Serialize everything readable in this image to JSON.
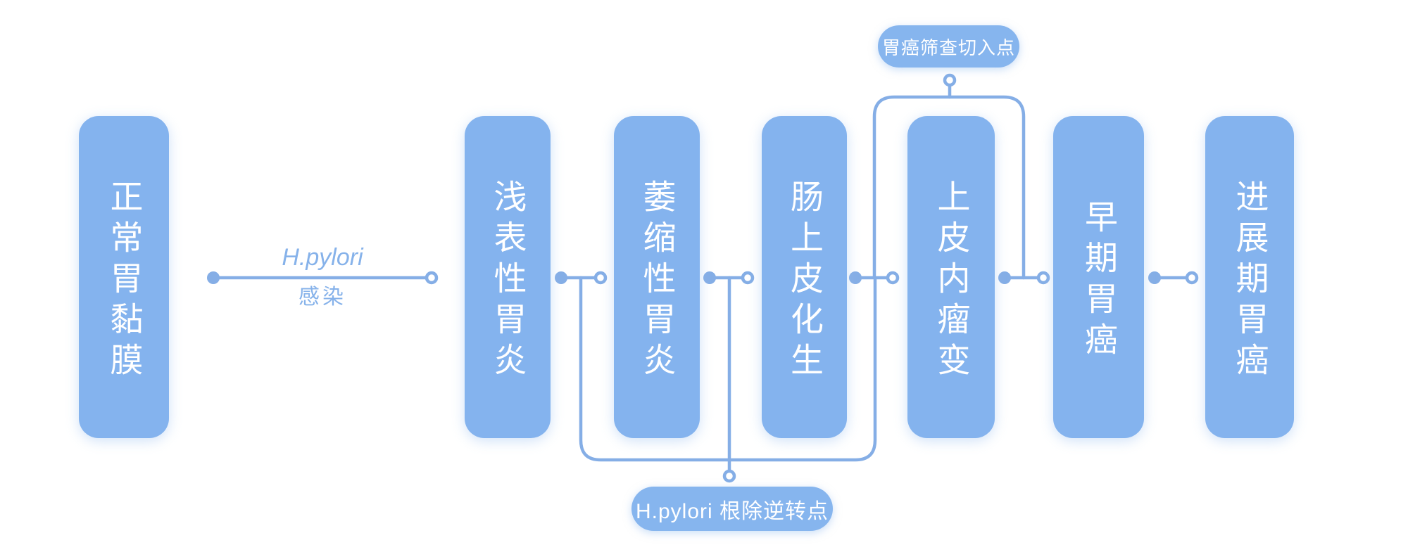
{
  "diagram": {
    "stages": [
      "正常胃黏膜",
      "浅表性胃炎",
      "萎缩性胃炎",
      "肠上皮化生",
      "上皮内瘤变",
      "早期胃癌",
      "进展期胃癌"
    ],
    "edge_label": {
      "above_line": "H.pylori",
      "below_line": "感染"
    },
    "callouts": {
      "screening_entry": "胃癌筛查切入点",
      "eradication_reversal": "H.pylori 根除逆转点"
    },
    "colors": {
      "node_fill": "#84b3ee",
      "pill_fill": "#86b5ee",
      "line_color": "#85aee6",
      "node_text": "#ffffff",
      "edge_text": "#86b2ea",
      "background": "#ffffff"
    }
  }
}
